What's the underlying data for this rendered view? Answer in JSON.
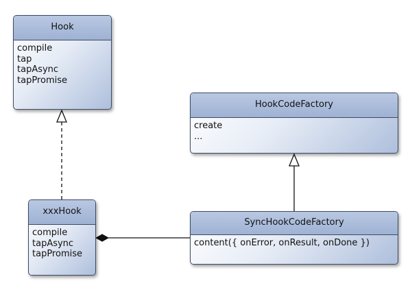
{
  "classes": {
    "hook": {
      "name": "Hook",
      "members": [
        "compile",
        "tap",
        "tapAsync",
        "tapPromise"
      ]
    },
    "hook_code_factory": {
      "name": "HookCodeFactory",
      "members": [
        "create",
        "..."
      ]
    },
    "xxx_hook": {
      "name": "xxxHook",
      "members": [
        "compile",
        "tapAsync",
        "tapPromise"
      ]
    },
    "sync_hook_code_factory": {
      "name": "SyncHookCodeFactory",
      "members": [
        "content({ onError, onResult, onDone })"
      ]
    }
  },
  "relations": [
    {
      "from": "xxxHook",
      "to": "Hook",
      "kind": "realization"
    },
    {
      "from": "SyncHookCodeFactory",
      "to": "HookCodeFactory",
      "kind": "generalization"
    },
    {
      "from": "xxxHook",
      "to": "SyncHookCodeFactory",
      "kind": "composition"
    }
  ],
  "colors": {
    "border": "#3b4a63",
    "header": "#a9bbd9",
    "body_light": "#ffffff",
    "body_dark": "#aebfdc",
    "edge": "#111111"
  }
}
